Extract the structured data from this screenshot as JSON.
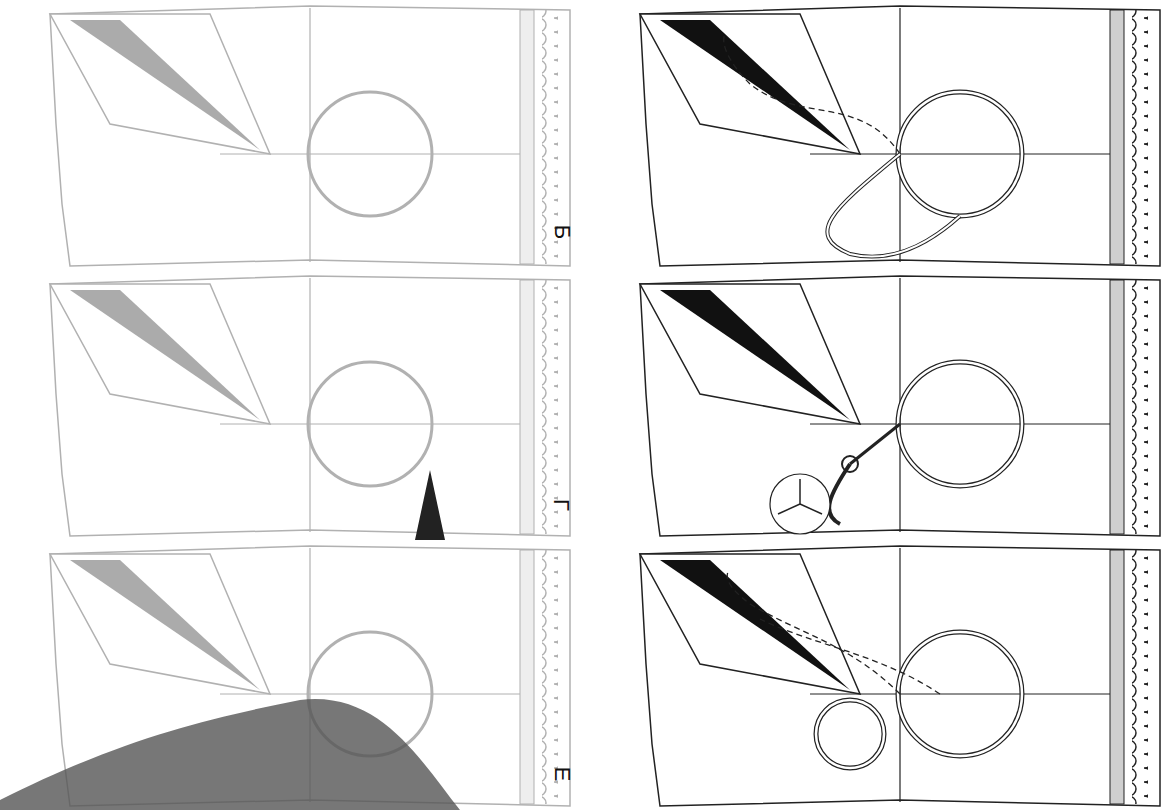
{
  "diagram": {
    "labels": [
      "Б",
      "Г",
      "Е"
    ]
  }
}
